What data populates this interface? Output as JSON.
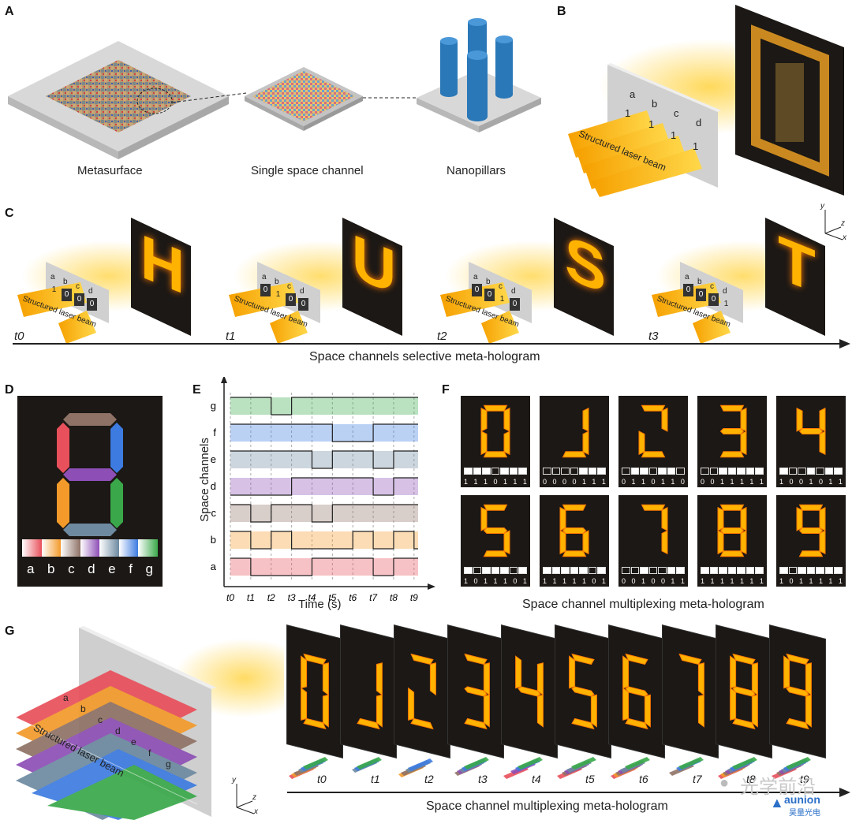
{
  "panels": {
    "A": {
      "label": "A",
      "captions": [
        "Metasurface",
        "Single space channel",
        "Nanopillars"
      ]
    },
    "B": {
      "label": "B",
      "channels": [
        "a",
        "b",
        "c",
        "d"
      ],
      "bits": [
        "1",
        "1",
        "1",
        "1"
      ],
      "beam_label": "Structured laser beam"
    },
    "C": {
      "label": "C",
      "channels": [
        "a",
        "b",
        "c",
        "d"
      ],
      "frames": [
        {
          "time": "t0",
          "letter": "H",
          "bits": [
            "1",
            "0",
            "0",
            "0"
          ]
        },
        {
          "time": "t1",
          "letter": "U",
          "bits": [
            "0",
            "1",
            "0",
            "0"
          ]
        },
        {
          "time": "t2",
          "letter": "S",
          "bits": [
            "0",
            "0",
            "1",
            "0"
          ]
        },
        {
          "time": "t3",
          "letter": "T",
          "bits": [
            "0",
            "0",
            "0",
            "1"
          ]
        }
      ],
      "beam_label": "Structured laser beam",
      "axis_caption": "Space channels selective meta-hologram",
      "axes": [
        "y",
        "z",
        "x"
      ]
    },
    "D": {
      "label": "D",
      "segments": [
        "a",
        "b",
        "c",
        "d",
        "e",
        "f",
        "g"
      ]
    },
    "E": {
      "label": "E",
      "ylabel": "Space channels",
      "xlabel": "Time (s)",
      "channels": [
        "g",
        "f",
        "e",
        "d",
        "c",
        "b",
        "a"
      ],
      "times": [
        "t0",
        "t1",
        "t2",
        "t3",
        "t4",
        "t5",
        "t6",
        "t7",
        "t8",
        "t9"
      ]
    },
    "F": {
      "label": "F",
      "caption": "Space channel multiplexing meta-hologram",
      "digits": [
        {
          "digit": "0",
          "code": "1110111"
        },
        {
          "digit": "1",
          "code": "0000111"
        },
        {
          "digit": "2",
          "code": "0110110"
        },
        {
          "digit": "3",
          "code": "0011111"
        },
        {
          "digit": "4",
          "code": "1001011"
        },
        {
          "digit": "5",
          "code": "1011101"
        },
        {
          "digit": "6",
          "code": "1111101"
        },
        {
          "digit": "7",
          "code": "0010011"
        },
        {
          "digit": "8",
          "code": "1111111"
        },
        {
          "digit": "9",
          "code": "1011111"
        }
      ]
    },
    "G": {
      "label": "G",
      "channels": [
        "a",
        "b",
        "c",
        "d",
        "e",
        "f",
        "g"
      ],
      "beam_label": "Structured laser beam",
      "digits": [
        "0",
        "1",
        "2",
        "3",
        "4",
        "5",
        "6",
        "7",
        "8",
        "9"
      ],
      "times": [
        "t0",
        "t1",
        "t2",
        "t3",
        "t4",
        "t5",
        "t6",
        "t7",
        "t8",
        "t9"
      ],
      "caption": "Space channel multiplexing meta-hologram",
      "axes": [
        "y",
        "z",
        "x"
      ]
    }
  },
  "watermark": {
    "text": "光学前沿",
    "logo_text": "aunion",
    "logo_sub": "昊量光电"
  },
  "colors": {
    "segment_a": "#e8505b",
    "segment_b": "#f39a2b",
    "segment_c": "#8f7266",
    "segment_d": "#8d4fb6",
    "segment_e": "#6d8aa0",
    "segment_f": "#3d7be0",
    "segment_g": "#3aa84a",
    "glow": "#ffb300",
    "panel_dark": "#1c1815"
  }
}
